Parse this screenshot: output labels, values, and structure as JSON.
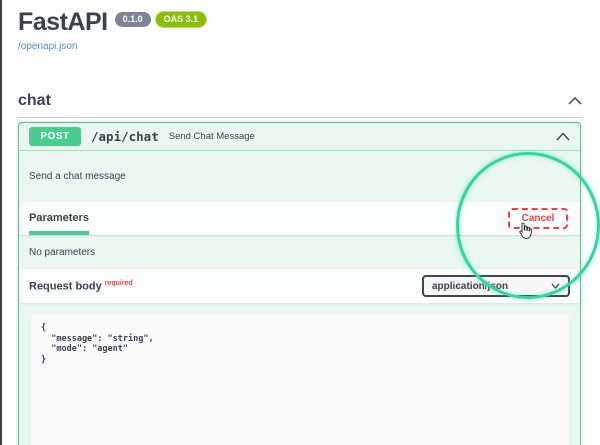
{
  "header": {
    "title": "FastAPI",
    "version_badge": "0.1.0",
    "oas_badge": "OAS 3.1",
    "spec_link": "/openapi.json"
  },
  "tag": {
    "name": "chat"
  },
  "operation": {
    "method": "POST",
    "path": "/api/chat",
    "summary": "Send Chat Message",
    "description": "Send a chat message"
  },
  "parameters_section": {
    "tab_label": "Parameters",
    "cancel_button": "Cancel",
    "empty_message": "No parameters"
  },
  "request_body_section": {
    "label": "Request body",
    "required_flag": "required",
    "media_type_selected": "application/json",
    "example_json": "{\n  \"message\": \"string\",\n  \"mode\": \"agent\"\n}"
  },
  "icons": {
    "tag_collapse": "chevron-up-icon",
    "operation_collapse": "chevron-up-icon",
    "media_type_dropdown": "chevron-down-icon",
    "pointer": "hand-pointer-cursor"
  },
  "colors": {
    "method_post": "#49cc90",
    "block_background": "#e9f7f0",
    "text_primary": "#3b4151",
    "link": "#4990e2",
    "danger": "#f93e3e",
    "version_badge_bg": "#7d8492",
    "oas_badge_bg": "#89bf04",
    "annotation_circle": "#2fd6a4"
  }
}
